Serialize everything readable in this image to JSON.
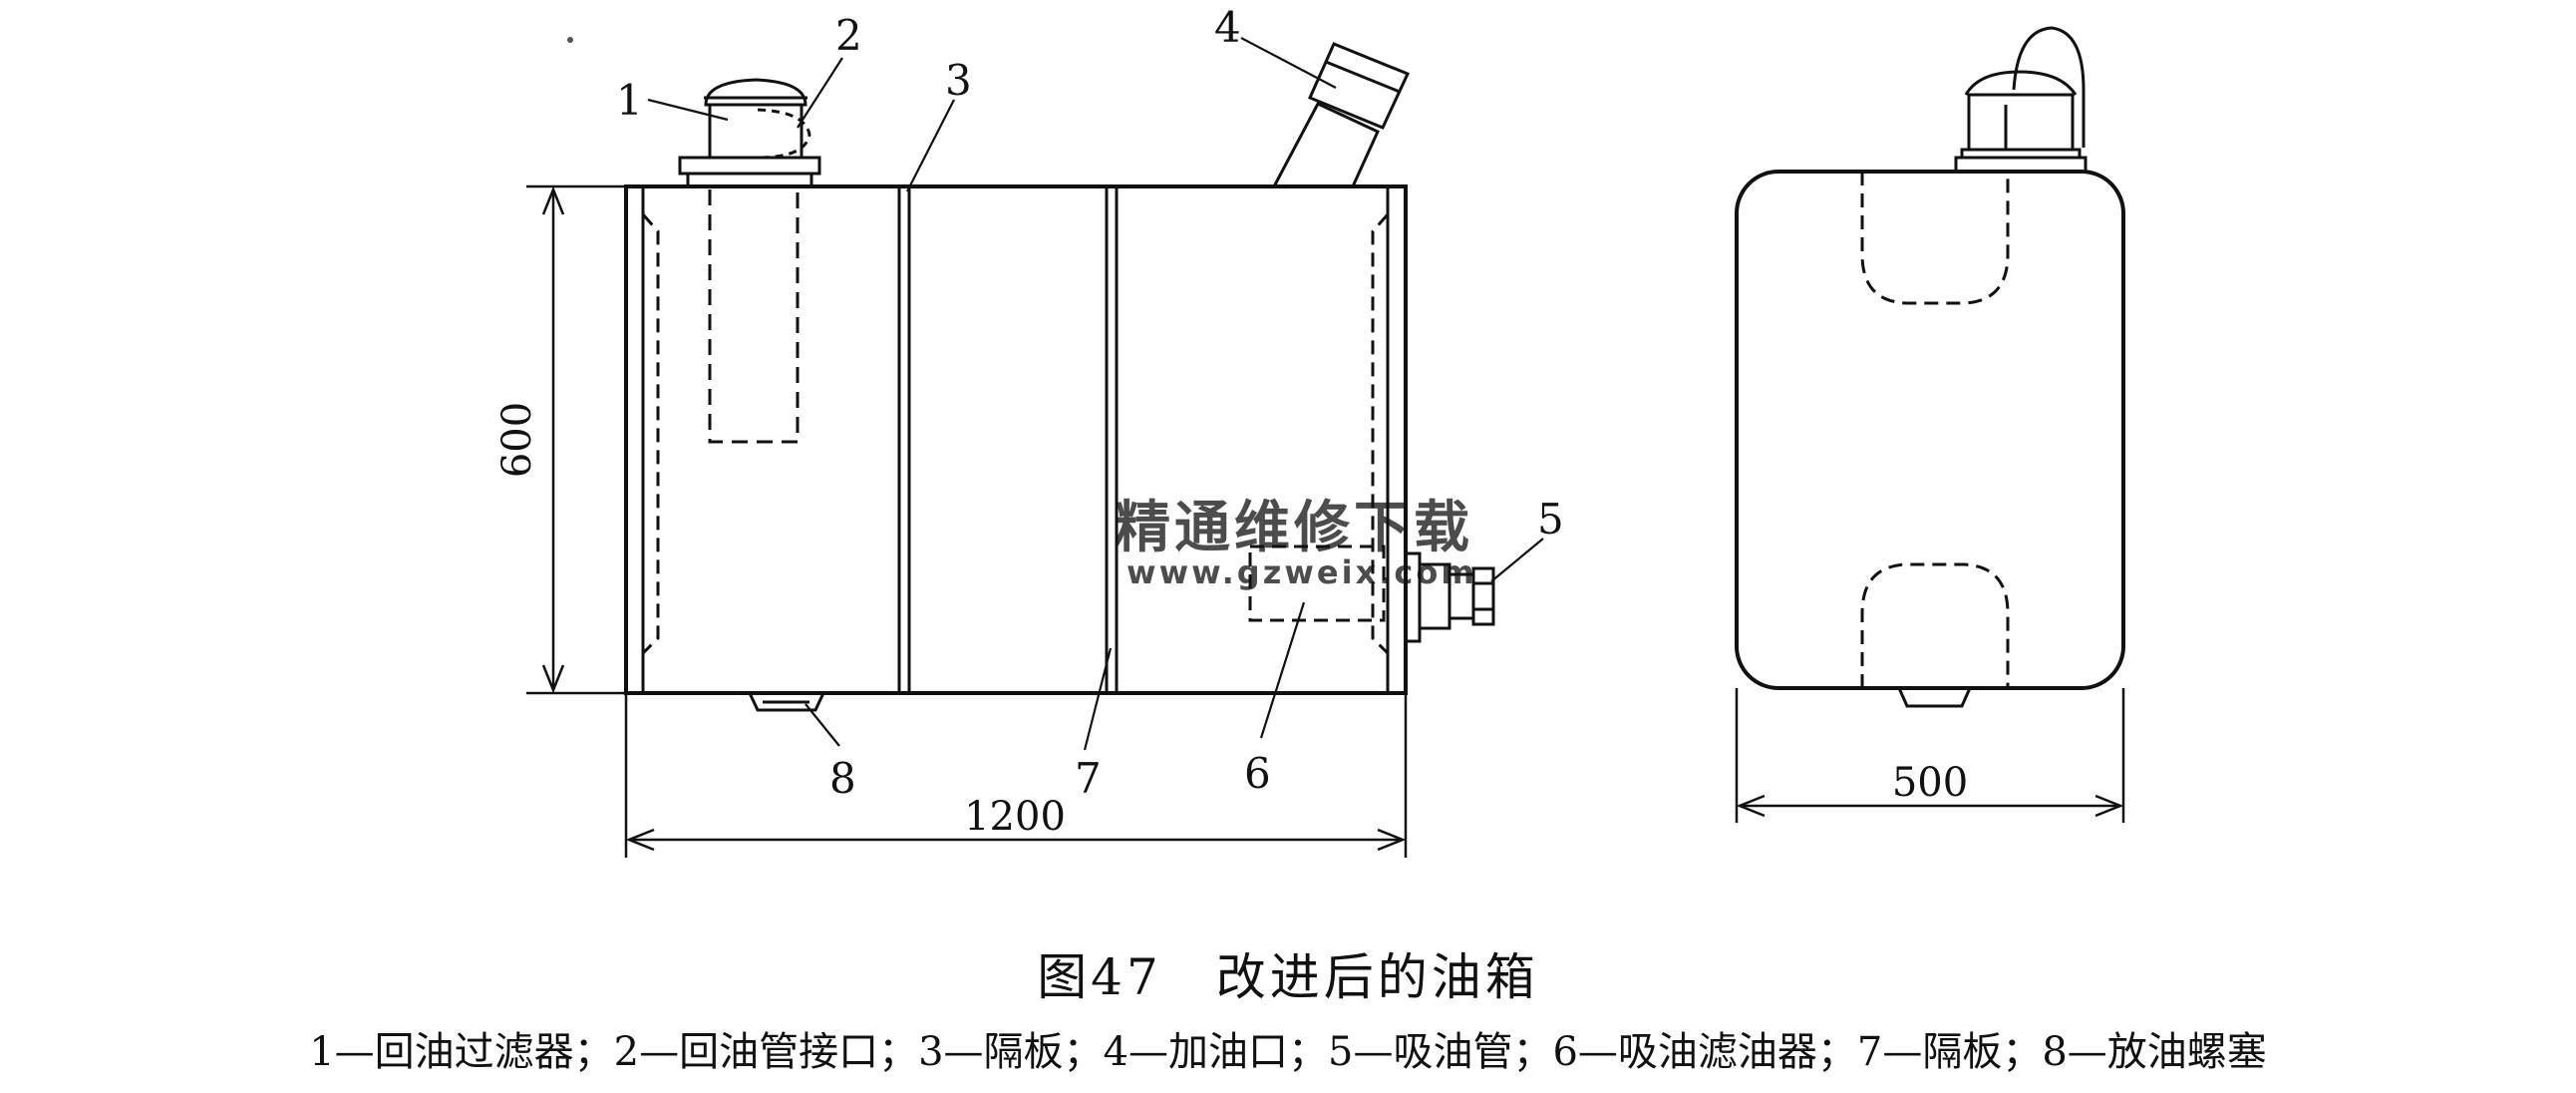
{
  "watermark": {
    "line1": "精通维修下载",
    "line2": "www.gzweix.com",
    "color": "#f4b7a0"
  },
  "dimensions": {
    "height": "600",
    "length": "1200",
    "width": "500"
  },
  "part_labels": [
    "1",
    "2",
    "3",
    "4",
    "5",
    "6",
    "7",
    "8"
  ],
  "caption": {
    "title": "图47　改进后的油箱",
    "legend": "1—回油过滤器；2—回油管接口；3—隔板；4—加油口；5—吸油管；6—吸油滤油器；7—隔板；8—放油螺塞"
  },
  "colors": {
    "line": "#111111",
    "background": "#ffffff"
  }
}
